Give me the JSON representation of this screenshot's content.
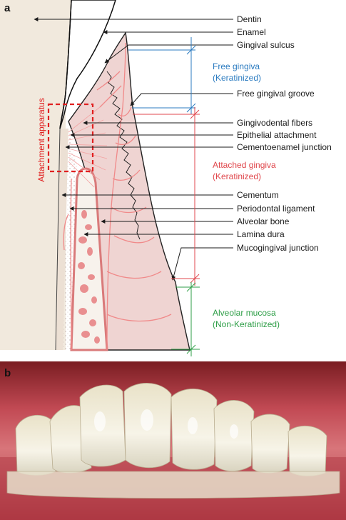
{
  "panels": {
    "a": "a",
    "b": "b"
  },
  "labels": {
    "dentin": "Dentin",
    "enamel": "Enamel",
    "gingival_sulcus": "Gingival sulcus",
    "free_gingiva": "Free gingiva",
    "free_gingiva_sub": "(Keratinized)",
    "free_gingival_groove": "Free gingival groove",
    "gingivodental_fibers": "Gingivodental fibers",
    "epithelial_attachment": "Epithelial attachment",
    "cementoenamel_junction": "Cementoenamel junction",
    "attached_gingiva": "Attached gingiva",
    "attached_gingiva_sub": "(Keratinized)",
    "cementum": "Cementum",
    "periodontal_ligament": "Periodontal ligament",
    "alveolar_bone": "Alveolar bone",
    "lamina_dura": "Lamina dura",
    "mucogingival_junction": "Mucogingival junction",
    "alveolar_mucosa": "Alveolar mucosa",
    "alveolar_mucosa_sub": "(Non-Keratinized)",
    "attachment_apparatus": "Attachment apparatus"
  },
  "colors": {
    "free_gingiva": "#2b7bc0",
    "attached_gingiva": "#e0474c",
    "alveolar_mucosa": "#2e9e47",
    "attachment_apparatus": "#e02020",
    "panel_background": "#f3ece2",
    "gingiva_tissue": "#eed2d0",
    "vessels": "#f08a8a",
    "photo_gum": "#c9545c"
  },
  "icons": {
    "leader_arrow": "arrow-icon"
  }
}
